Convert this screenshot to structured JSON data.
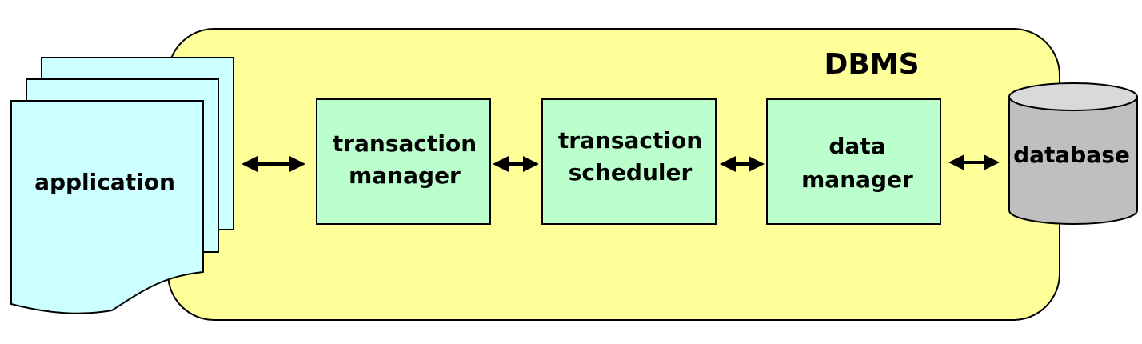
{
  "dbms": {
    "title": "DBMS",
    "fill_color": "#ffff99"
  },
  "application": {
    "label": "application",
    "fill_color": "#ccffff"
  },
  "components": [
    {
      "line1": "transaction",
      "line2": "manager"
    },
    {
      "line1": "transaction",
      "line2": "scheduler"
    },
    {
      "line1": "data",
      "line2": "manager"
    }
  ],
  "component_fill_color": "#bbffcc",
  "database": {
    "label": "database",
    "fill_color": "#bfbfbf",
    "top_color": "#d9d9d9"
  },
  "connectors": [
    "application-to-transaction-manager",
    "transaction-manager-to-scheduler",
    "scheduler-to-data-manager",
    "data-manager-to-database"
  ],
  "arrow_icon": "double-headed-arrow"
}
